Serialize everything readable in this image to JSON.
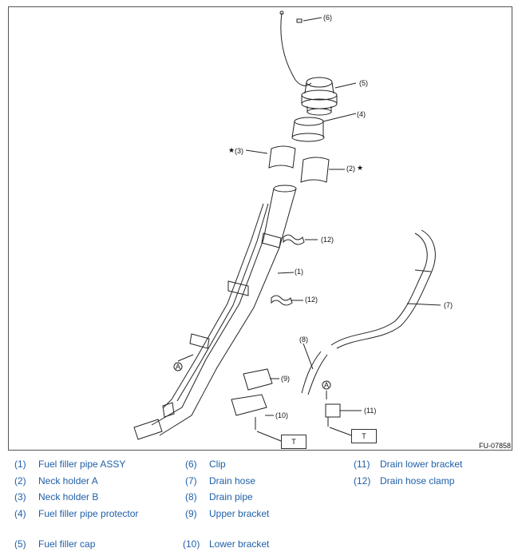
{
  "figure_id": "FU-07858",
  "callouts": {
    "c1": "(1)",
    "c2": "(2)",
    "c3": "(3)",
    "c4": "(4)",
    "c5": "(5)",
    "c6": "(6)",
    "c7": "(7)",
    "c8": "(8)",
    "c9": "(9)",
    "c10": "(10)",
    "c11": "(11)",
    "c12a": "(12)",
    "c12b": "(12)",
    "star": "★",
    "refA1": "A",
    "refA2": "A",
    "t1": "T",
    "t2": "T"
  },
  "legend": [
    {
      "num": "(1)",
      "name": "Fuel filler pipe ASSY"
    },
    {
      "num": "(2)",
      "name": "Neck holder A"
    },
    {
      "num": "(3)",
      "name": "Neck holder B"
    },
    {
      "num": "(4)",
      "name": "Fuel filler pipe protector"
    },
    {
      "num": "(5)",
      "name": "Fuel filler cap"
    },
    {
      "num": "(6)",
      "name": "Clip"
    },
    {
      "num": "(7)",
      "name": "Drain hose"
    },
    {
      "num": "(8)",
      "name": "Drain pipe"
    },
    {
      "num": "(9)",
      "name": "Upper bracket"
    },
    {
      "num": "(10)",
      "name": "Lower bracket"
    },
    {
      "num": "(11)",
      "name": "Drain lower bracket"
    },
    {
      "num": "(12)",
      "name": "Drain hose clamp"
    }
  ]
}
